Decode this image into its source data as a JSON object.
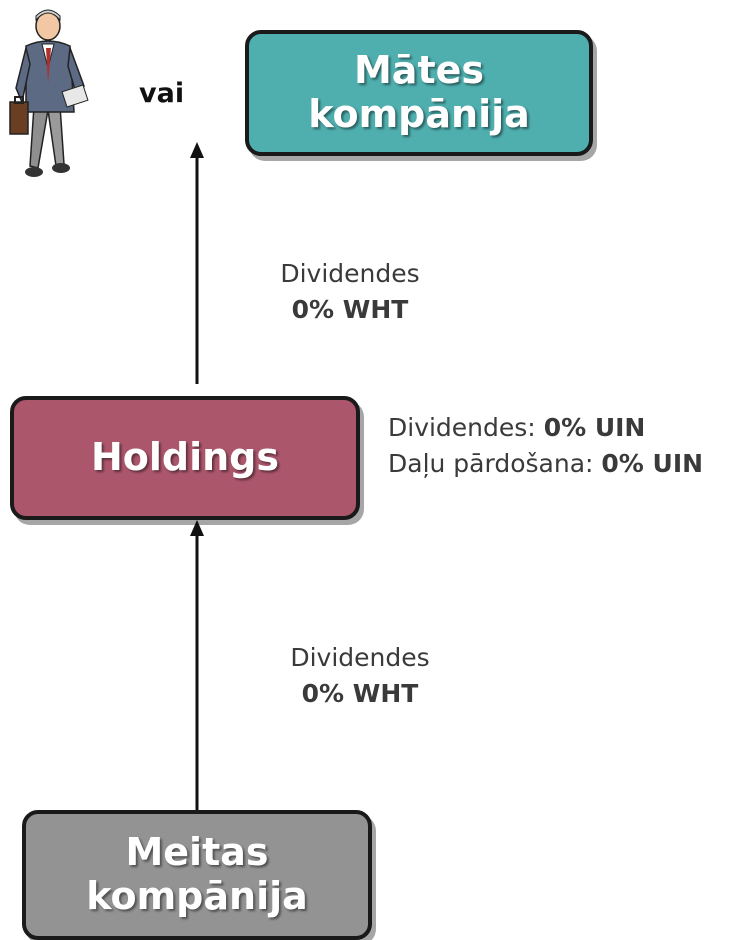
{
  "nodes": {
    "parent": {
      "line1": "Mātes",
      "line2": "kompānija",
      "color": "#4faeae"
    },
    "holding": {
      "label": "Holdings",
      "color": "#ac566c"
    },
    "subsidiary": {
      "line1": "Meitas",
      "line2": "kompānija",
      "color": "#939393"
    }
  },
  "alternative_label": "vai",
  "person_icon": "businessman-icon",
  "flows": {
    "holding_to_parent": {
      "label": "Dividendes",
      "tax": "0% WHT"
    },
    "subsidiary_to_holding": {
      "label": "Dividendes",
      "tax": "0% WHT"
    }
  },
  "holding_tax": {
    "dividends_label": "Dividendes:",
    "dividends_value": "0% UIN",
    "share_sale_label": "Daļu pārdošana:",
    "share_sale_value": "0% UIN"
  }
}
